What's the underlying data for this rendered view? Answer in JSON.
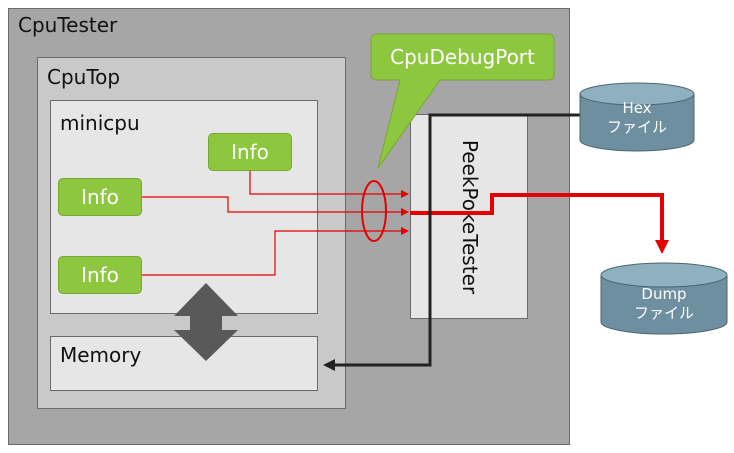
{
  "cputester": {
    "label": "CpuTester"
  },
  "cputop": {
    "label": "CpuTop"
  },
  "minicpu": {
    "label": "minicpu"
  },
  "memory": {
    "label": "Memory"
  },
  "peekpoketester": {
    "label": "PeekPokeTester"
  },
  "info_blocks": [
    "Info",
    "Info",
    "Info"
  ],
  "callout": {
    "label": "CpuDebugPort",
    "color": "#8dc63f"
  },
  "hex_file": {
    "line1": "Hex",
    "line2": "ファイル"
  },
  "dump_file": {
    "line1": "Dump",
    "line2": "ファイル"
  },
  "colors": {
    "signal": "#e60000",
    "data_path": "#222222",
    "cylinder": "#6e8f9f",
    "arrow_gray": "#595959"
  }
}
